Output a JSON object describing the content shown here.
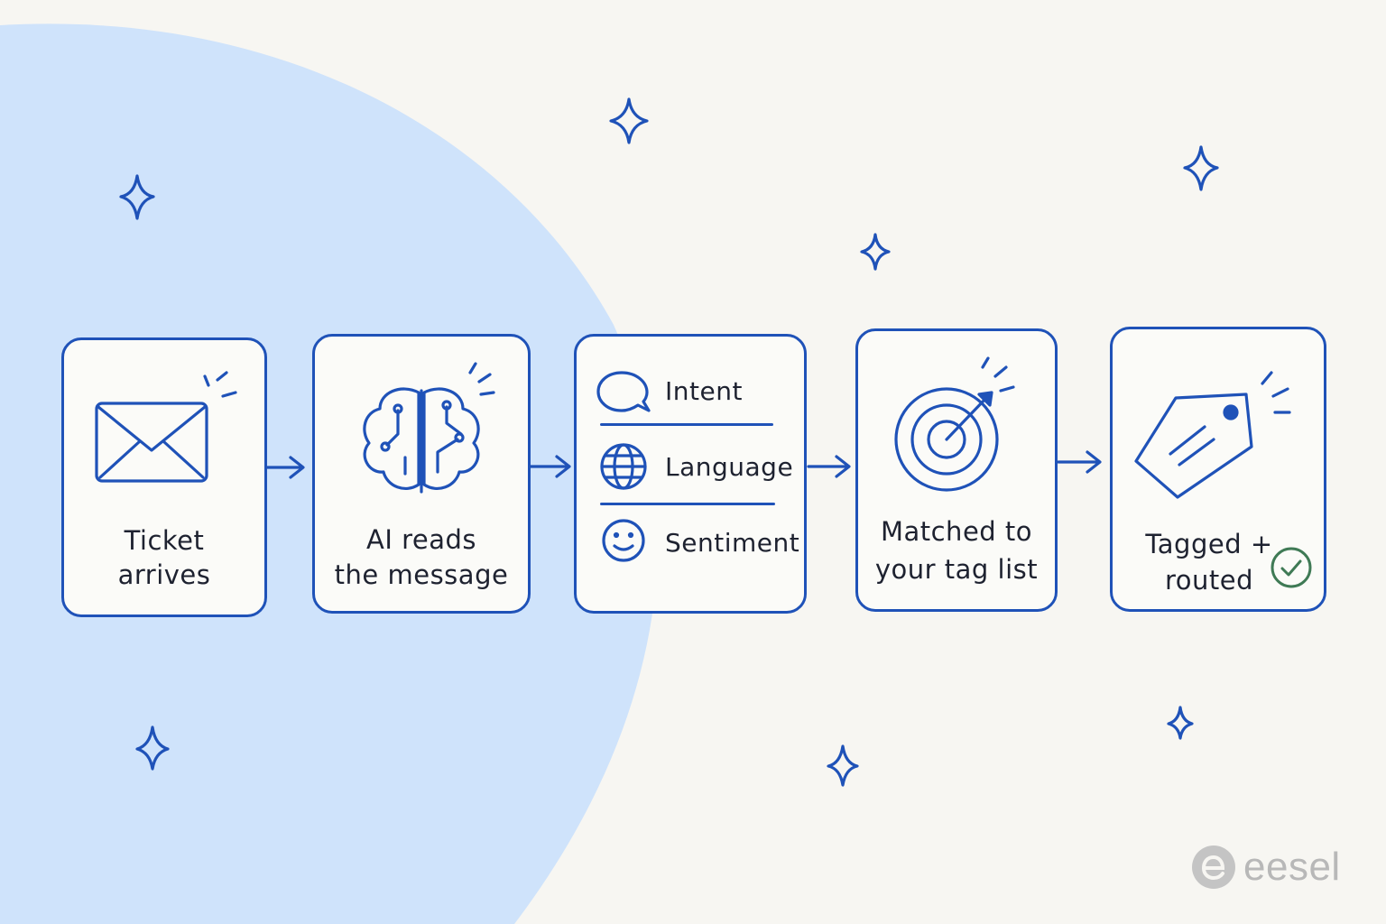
{
  "steps": [
    {
      "line1": "Ticket",
      "line2": "arrives",
      "icon": "envelope-icon"
    },
    {
      "line1": "AI reads",
      "line2": "the message",
      "icon": "brain-icon"
    },
    {
      "rows": [
        {
          "label": "Intent",
          "icon": "speech-bubble-icon"
        },
        {
          "label": "Language",
          "icon": "globe-icon"
        },
        {
          "label": "Sentiment",
          "icon": "smiley-icon"
        }
      ]
    },
    {
      "line1": "Matched to",
      "line2": "your tag list",
      "icon": "target-icon"
    },
    {
      "line1": "Tagged +",
      "line2": "routed",
      "icon": "tag-icon"
    }
  ],
  "brand": {
    "name": "eesel"
  },
  "colors": {
    "accent": "#1f52b8",
    "background": "#f7f6f2",
    "blob": "#cfe3fb",
    "check": "#3f7a55"
  }
}
